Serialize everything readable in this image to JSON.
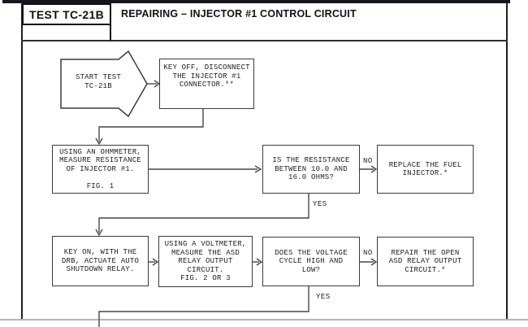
{
  "header": {
    "test_id": "TEST TC-21B",
    "title": "REPAIRING – INJECTOR #1 CONTROL CIRCUIT"
  },
  "flowchart": {
    "start": "START TEST\nTC-21B",
    "key_off": "KEY OFF, DISCONNECT\nTHE INJECTOR #1\nCONNECTOR.**",
    "ohmmeter": "USING AN OHMMETER,\nMEASURE RESISTANCE\nOF INJECTOR #1.\n\nFIG. 1",
    "resistance_question": "IS THE RESISTANCE\nBETWEEN 10.0 AND\n16.0 OHMS?",
    "replace": "REPLACE THE FUEL\nINJECTOR.*",
    "key_on": "KEY ON, WITH THE\nDRB, ACTUATE AUTO\nSHUTDOWN RELAY.",
    "voltmeter": "USING A VOLTMETER,\nMEASURE THE ASD\nRELAY OUTPUT\nCIRCUIT.\nFIG. 2 OR 3",
    "voltage_question": "DOES THE VOLTAGE\nCYCLE HIGH AND\nLOW?",
    "repair": "REPAIR THE OPEN\nASD RELAY OUTPUT\nCIRCUIT.*",
    "labels": {
      "no_resistance": "NO",
      "yes_resistance": "YES",
      "no_voltage": "NO",
      "yes_voltage": "YES"
    }
  },
  "colors": {
    "top_bar": "#16161e",
    "page_border": "#1f1f1f",
    "box_border": "#3b3b3b",
    "connector_line": "#474747",
    "text": "#1e1e1e",
    "background": "#ffffff",
    "bottom_edge": "#b6b6b6"
  }
}
